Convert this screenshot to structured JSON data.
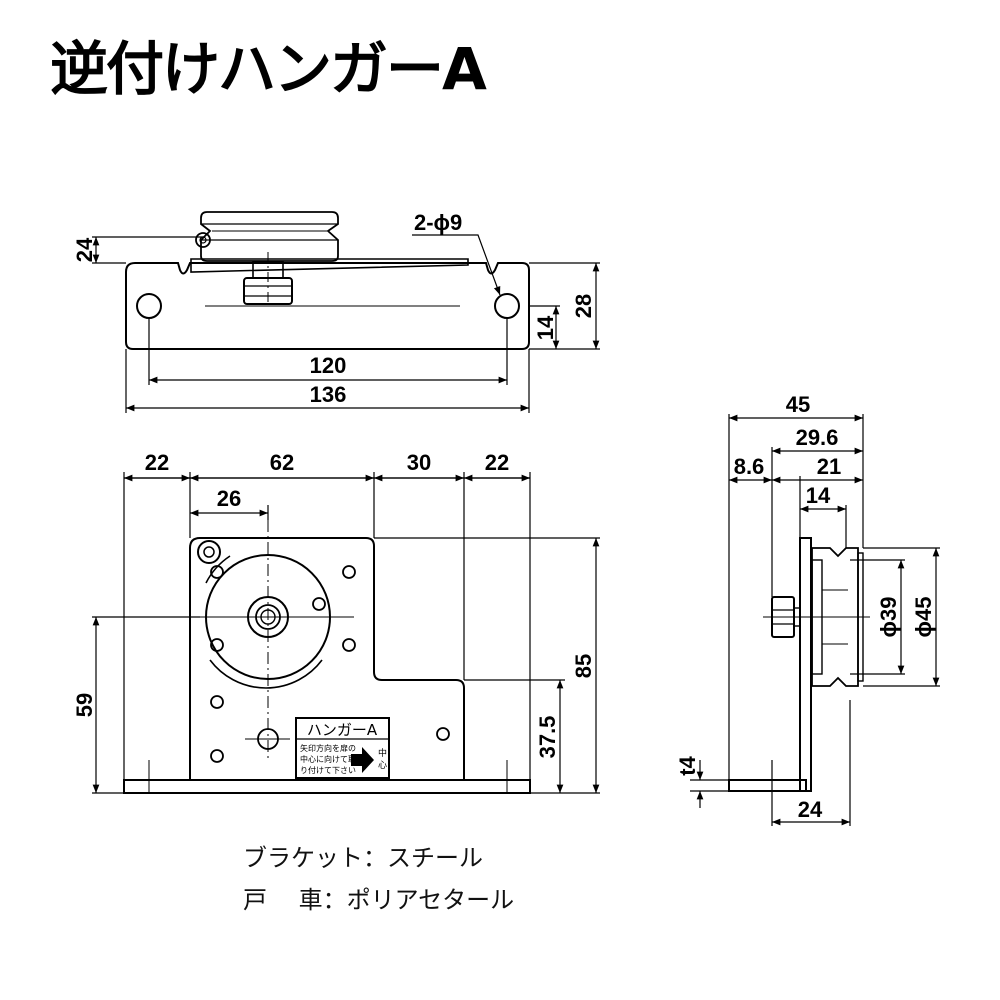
{
  "title": "逆付けハンガーA",
  "top_view": {
    "dims": {
      "height": "24",
      "hole_callout": "2-ϕ9",
      "hole_offset": "14",
      "total_height": "28",
      "hole_pitch": "120",
      "width": "136"
    }
  },
  "front_view": {
    "dims": {
      "left_margin": "22",
      "main_width": "62",
      "step_width": "30",
      "right_margin": "22",
      "axle_offset": "26",
      "axle_height": "59",
      "total_height": "85",
      "step_height": "37.5"
    },
    "label_plate": {
      "title": "ハンガーA",
      "line1": "矢印方向を扉の",
      "line2": "中心に向けて取",
      "line3": "り付けて下さい",
      "center_word_1": "中",
      "center_word_2": "心"
    }
  },
  "side_view": {
    "dims": {
      "overall_depth": "45",
      "depth_to_wheel": "29.6",
      "plate_offset": "8.6",
      "wheel_depth": "21",
      "groove_depth": "14",
      "groove_diameter": "ϕ39",
      "wheel_diameter": "ϕ45",
      "thickness": "t4",
      "base_depth": "24"
    }
  },
  "materials": {
    "bracket": "ブラケット：スチール",
    "wheel": "戸　 車：ポリアセタール"
  }
}
